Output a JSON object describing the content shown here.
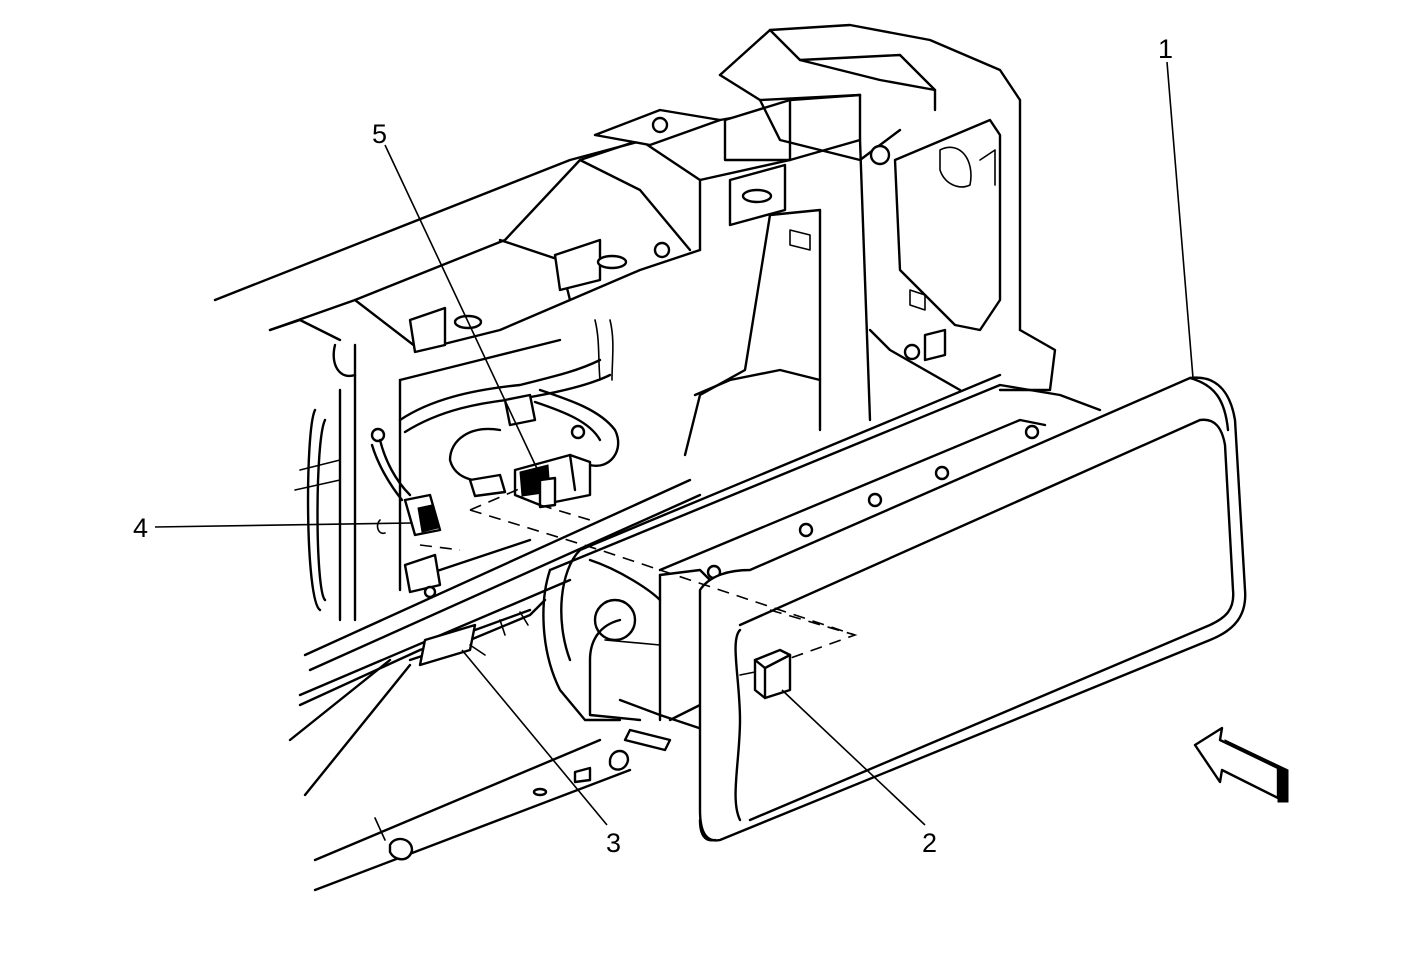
{
  "callouts": [
    {
      "id": "1",
      "label": "1"
    },
    {
      "id": "2",
      "label": "2"
    },
    {
      "id": "3",
      "label": "3"
    },
    {
      "id": "4",
      "label": "4"
    },
    {
      "id": "5",
      "label": "5"
    }
  ],
  "icons": {
    "view_direction": "view-direction-arrow-icon"
  }
}
